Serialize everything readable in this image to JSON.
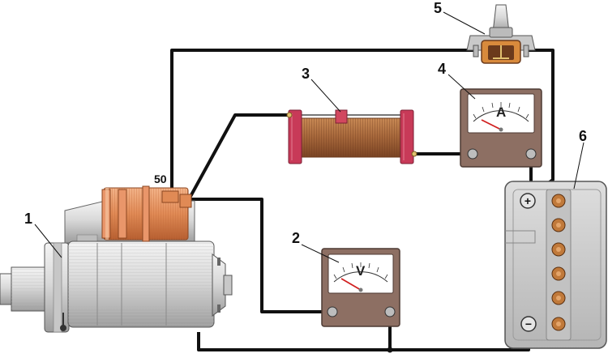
{
  "callouts": {
    "starter": "1",
    "voltmeter": "2",
    "rheostat": "3",
    "ammeter": "4",
    "switch": "5",
    "battery": "6"
  },
  "terminal_label": "50",
  "voltmeter_symbol": "V",
  "ammeter_symbol": "A",
  "battery_plus": "+",
  "battery_minus": "−",
  "colors": {
    "wire": "#111111",
    "solenoid": "#e08a55",
    "meter_body": "#8d6f63",
    "battery_body": "#cfcfcf",
    "rheostat_end": "#c83a58",
    "rheostat_coil": "#a5663a",
    "switch_base": "#d88a3c"
  }
}
